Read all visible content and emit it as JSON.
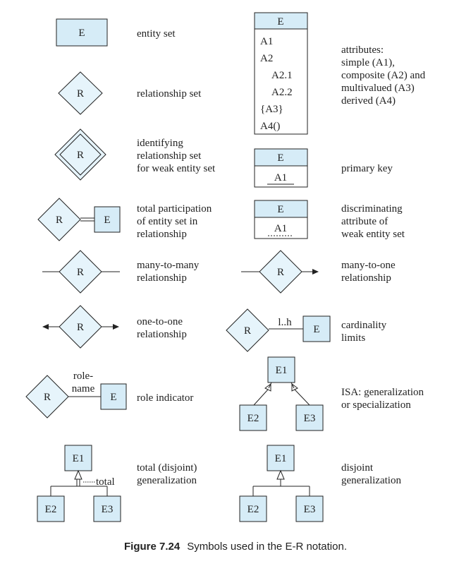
{
  "symbols": {
    "E": "E",
    "R": "R",
    "E1": "E1",
    "E2": "E2",
    "E3": "E3",
    "A1": "A1",
    "A2": "A2",
    "A2_1": "A2.1",
    "A2_2": "A2.2",
    "A3": "{A3}",
    "A4": "A4()",
    "role": "role-",
    "name": "name",
    "card": "l..h",
    "total": "total"
  },
  "labels": {
    "entity_set": [
      "entity set"
    ],
    "relationship_set": [
      "relationship set"
    ],
    "identifying": [
      "identifying",
      "relationship set",
      "for weak entity set"
    ],
    "total_participation": [
      "total participation",
      "of entity set in",
      "relationship"
    ],
    "many_to_many": [
      "many-to-many",
      "relationship"
    ],
    "one_to_one": [
      "one-to-one",
      "relationship"
    ],
    "role_indicator": [
      "role indicator"
    ],
    "total_disjoint": [
      "total (disjoint)",
      "generalization"
    ],
    "attributes": [
      "attributes:",
      "simple (A1),",
      "composite (A2) and",
      "multivalued (A3)",
      "derived (A4)"
    ],
    "primary_key": [
      "primary key"
    ],
    "discriminating": [
      "discriminating",
      "attribute of",
      "weak entity set"
    ],
    "many_to_one": [
      "many-to-one",
      "relationship"
    ],
    "cardinality": [
      "cardinality",
      "limits"
    ],
    "isa": [
      "ISA: generalization",
      "or specialization"
    ],
    "disjoint": [
      "disjoint",
      "generalization"
    ]
  },
  "caption": {
    "number": "Figure 7.24",
    "text": "Symbols used in the E-R notation."
  }
}
